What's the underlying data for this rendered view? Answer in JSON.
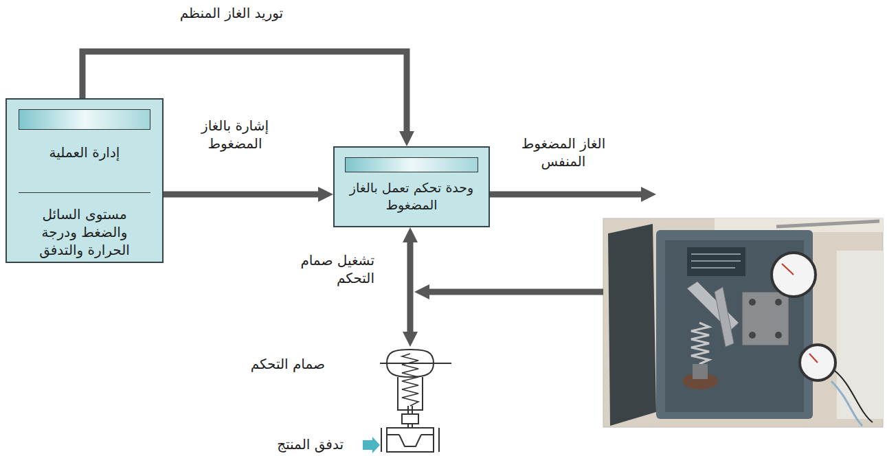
{
  "diagram": {
    "nodes": [
      {
        "text": [
          "إدارة العملية",
          "مستوى السائل والضغط ودرجة الحرارة والتدفق"
        ]
      },
      {
        "text": [
          "وحدة تحكم تعمل بالغاز المضغوط"
        ]
      },
      {
        "text": [
          "صمام التحكم"
        ]
      }
    ],
    "edges": [
      {
        "from": 0,
        "to": 1,
        "label": "توريد الغاز المنظم",
        "arrow": "to"
      },
      {
        "from": 0,
        "to": 1,
        "label": "إشارة بالغاز المضغوط",
        "arrow": "to"
      },
      {
        "from": 1,
        "to": 2,
        "label": "تشغيل صمام التحكم",
        "arrow": "both"
      }
    ],
    "labels": [
      "الغاز المضغوط المنفس",
      "تدفق المنتج"
    ]
  }
}
